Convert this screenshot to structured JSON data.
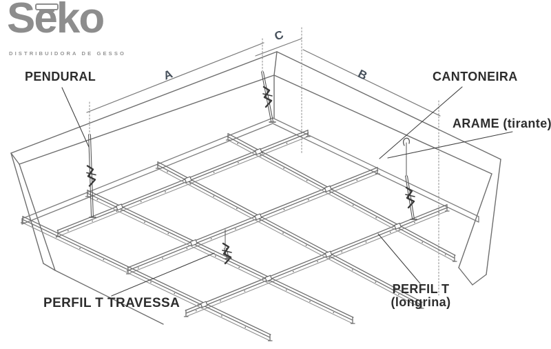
{
  "logo": {
    "name": "Seko",
    "tagline": "DISTRIBUIDORA DE GESSO"
  },
  "callouts": {
    "pendural": "PENDURAL",
    "cantoneira": "CANTONEIRA",
    "arame": "ARAME (tirante)",
    "perfil_t_travessa": "PERFIL T TRAVESSA",
    "perfil_t_longrina_line1": "PERFIL T",
    "perfil_t_longrina_line2": "(longrina)"
  },
  "dimension_labels": {
    "a": "A",
    "b": "B",
    "c": "C"
  },
  "colors": {
    "line_gray": "#6e6e6e",
    "web_gray": "#8f8f8f",
    "dark": "#3a3a3a",
    "label_black": "#2d2d2d",
    "dim_slate": "#46505b",
    "logo_gray": "#8d8d8d"
  }
}
